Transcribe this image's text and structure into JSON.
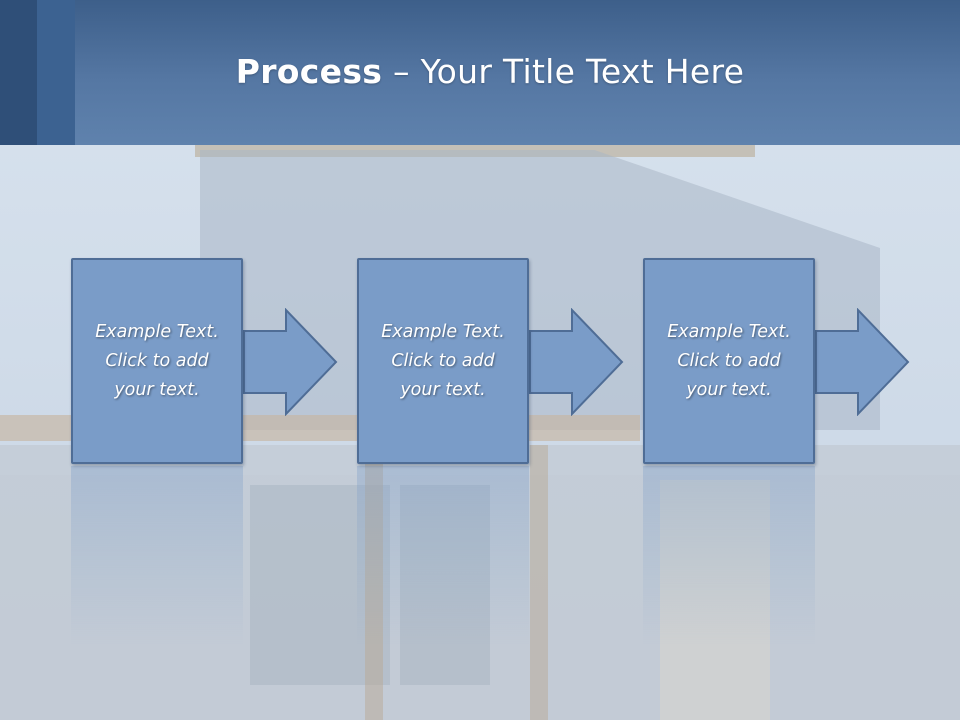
{
  "slide": {
    "title_bold": "Process",
    "title_rest": " – Your Title Text Here"
  },
  "steps": [
    {
      "text": "Example Text.\nClick  to add\nyour text."
    },
    {
      "text": "Example Text.\nClick  to add\nyour text."
    },
    {
      "text": "Example Text.\nClick  to add\nyour text."
    }
  ],
  "colors": {
    "header": "#5577a3",
    "box_fill": "#7a9cc8",
    "box_border": "#4f6d96",
    "text": "#ffffff"
  }
}
